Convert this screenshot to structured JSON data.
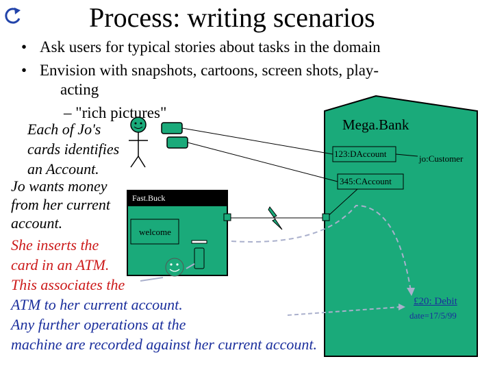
{
  "slide": {
    "title": "Process: writing scenarios",
    "logo_icon": "refresh-arrow-icon",
    "bullets": [
      "Ask users for typical stories about tasks in the domain",
      "Envision with snapshots, cartoons, screen shots, play-",
      "acting"
    ],
    "sub_bullet": "– \"rich pictures\""
  },
  "narrative": {
    "black_lines": [
      "Each of Jo's",
      "cards identifies",
      "an Account.",
      "Jo wants money",
      "from her current",
      "account."
    ],
    "red_lines": [
      "She inserts the",
      "card in an ATM.",
      "This associates the"
    ],
    "blue_lines": [
      "ATM to her current account.",
      "Any further operations at the",
      "machine are recorded against her current account."
    ]
  },
  "diagram": {
    "bank_label": "Mega.Bank",
    "account1": "123:DAccount",
    "account2": "345:CAccount",
    "customer": "jo:Customer",
    "atm_brand": "Fast.Buck",
    "atm_screen": "welcome",
    "debit": "£20: Debit",
    "debit_date": "date=17/5/99"
  },
  "colors": {
    "green": "#1aaa7a",
    "red_text": "#cc1a1a",
    "blue_text": "#1a2e9c"
  }
}
